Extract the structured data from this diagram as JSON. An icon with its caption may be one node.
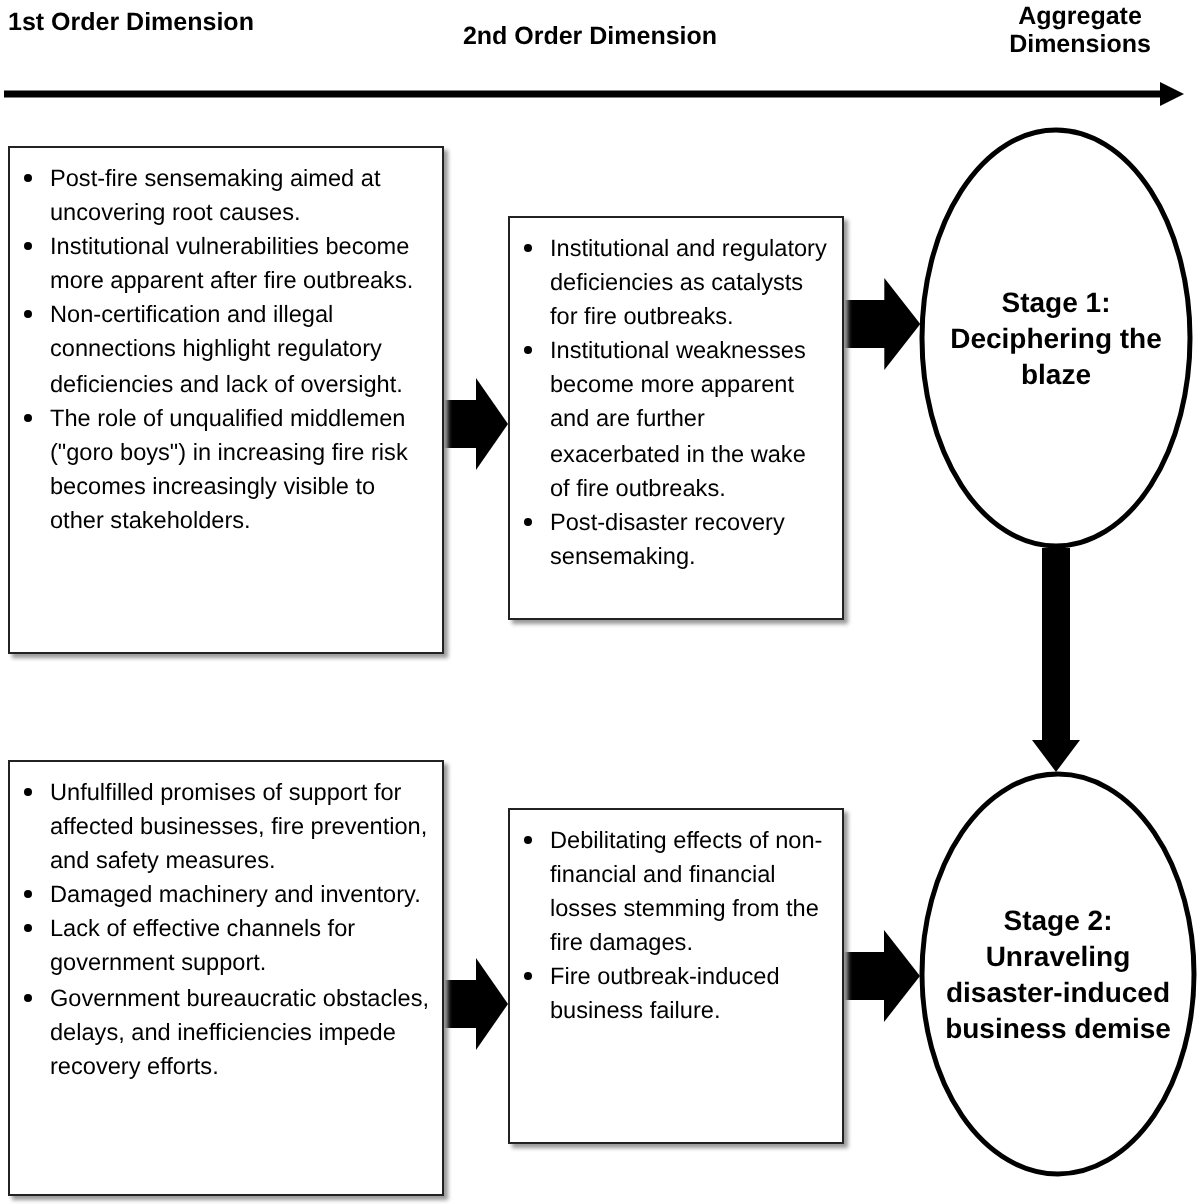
{
  "diagram": {
    "nodes": [
      {
        "text": [
          "Post-fire sensemaking aimed at uncovering root causes.",
          "Institutional vulnerabilities become more apparent after fire outbreaks.",
          "Non-certification and illegal connections highlight regulatory deficiencies and lack of oversight.",
          "The role of unqualified middlemen (\"goro boys\") in increasing fire risk becomes increasingly visible to other stakeholders."
        ]
      },
      {
        "text": [
          "Institutional and regulatory deficiencies as catalysts for fire outbreaks.",
          "Institutional weaknesses become more apparent and are further exacerbated in the wake of fire outbreaks.",
          "Post-disaster recovery sensemaking."
        ]
      },
      {
        "text": [
          "Stage 1:",
          "Deciphering the blaze"
        ]
      },
      {
        "text": [
          "Unfulfilled promises of support for affected businesses, fire prevention, and safety measures.",
          "Damaged machinery and inventory.",
          "Lack of effective channels for government support.",
          "Government bureaucratic obstacles, delays, and inefficiencies impede recovery efforts."
        ]
      },
      {
        "text": [
          "Debilitating effects of non-financial and financial losses stemming from the fire damages.",
          "Fire outbreak-induced business failure."
        ]
      },
      {
        "text": [
          "Stage 2:",
          "Unraveling disaster-induced business demise"
        ]
      }
    ],
    "edges": [
      {
        "from": 0,
        "to": 1,
        "arrow": "to"
      },
      {
        "from": 1,
        "to": 2,
        "arrow": "to"
      },
      {
        "from": 2,
        "to": 5,
        "arrow": "to"
      },
      {
        "from": 3,
        "to": 4,
        "arrow": "to"
      },
      {
        "from": 4,
        "to": 5,
        "arrow": "to"
      }
    ],
    "labels": [
      "1st Order Dimension",
      "2nd Order Dimension",
      "Aggregate Dimensions"
    ]
  }
}
